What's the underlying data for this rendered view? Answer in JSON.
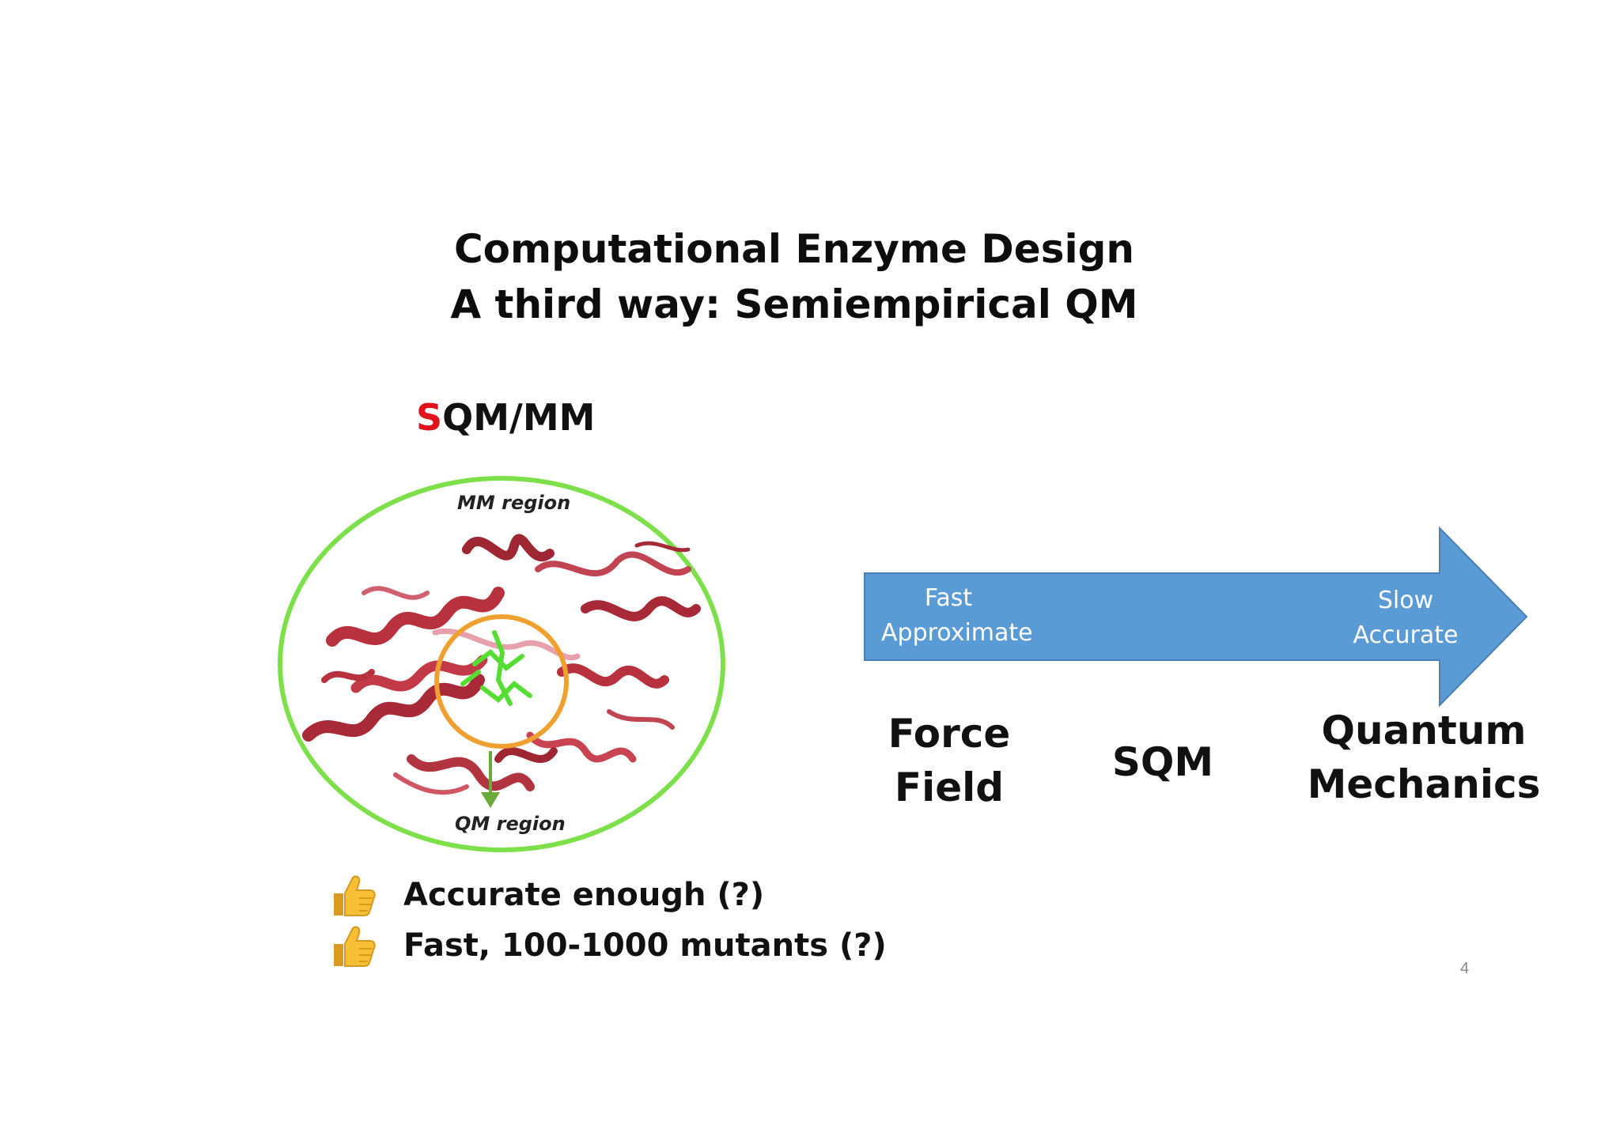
{
  "title": {
    "line1": "Computational Enzyme Design",
    "line2": "A third way: Semiempirical QM"
  },
  "method": {
    "prefix": "S",
    "rest": "QM/MM",
    "accent_color": "#e0121b"
  },
  "figure": {
    "mm_label": "MM region",
    "qm_label": "QM region",
    "mm_ellipse_color": "#7de04b",
    "qm_circle_color": "#f0a030",
    "protein_color": "#b8313e",
    "ligand_color": "#55dd33"
  },
  "bullets": [
    {
      "icon": "thumbs-up-icon",
      "text": "Accurate enough (?)"
    },
    {
      "icon": "thumbs-up-icon",
      "text": "Fast, 100-1000 mutants (?)"
    }
  ],
  "arrow": {
    "left_line1": "Fast",
    "left_line2": "Approximate",
    "right_line1": "Slow",
    "right_line2": "Accurate",
    "color": "#5b9bd5"
  },
  "scale": {
    "left_line1": "Force",
    "left_line2": "Field",
    "middle": "SQM",
    "right_line1": "Quantum",
    "right_line2": "Mechanics"
  },
  "page_number": "4"
}
